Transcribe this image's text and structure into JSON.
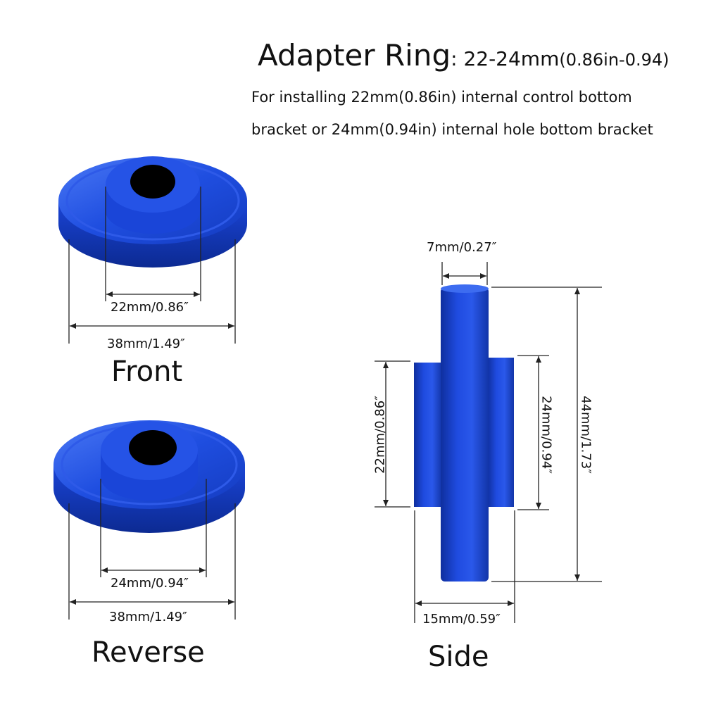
{
  "header": {
    "title_main": "Adapter Ring",
    "title_size": ": 22-24mm",
    "title_inch": "(0.86in-0.94)",
    "desc_line1": "For installing 22mm(0.86in) internal control bottom",
    "desc_line2": "bracket or 24mm(0.94in) internal hole bottom bracket"
  },
  "front": {
    "view_label": "Front",
    "inner_dim": "22mm/0.86″",
    "outer_dim": "38mm/1.49″"
  },
  "reverse": {
    "view_label": "Reverse",
    "inner_dim": "24mm/0.94″",
    "outer_dim": "38mm/1.49″"
  },
  "side": {
    "view_label": "Side",
    "thickness_dim": "7mm/0.27″",
    "left_dim": "22mm/0.86″",
    "middle_dim": "24mm/0.94″",
    "height_dim": "44mm/1.73″",
    "width_dim": "15mm/0.59″"
  },
  "colors": {
    "ring_blue": "#1a44d6",
    "ring_dark": "#0d2c9c",
    "ring_light": "#3d6cf0"
  }
}
